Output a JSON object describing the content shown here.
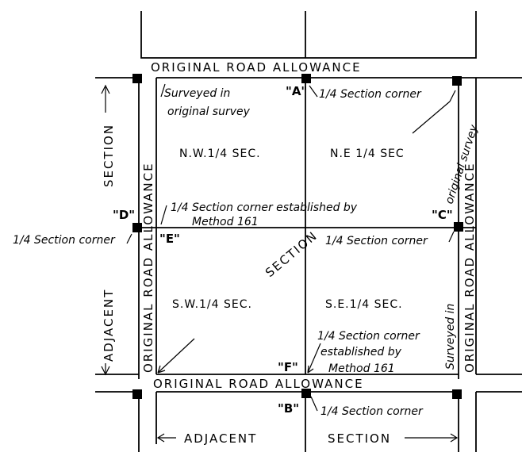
{
  "roads": {
    "top": "ORIGINAL    ROAD    ALLOWANCE",
    "bottom": "ORIGINAL    ROAD    ALLOWANCE",
    "left": "ORIGINAL   ROAD   ALLOWANCE",
    "right": "ORIGINAL   ROAD   ALLOWANCE"
  },
  "quarters": {
    "nw": "N.W.1/4 SEC.",
    "ne": "N.E 1/4   SEC",
    "sw": "S.W.1/4 SEC.",
    "se": "S.E.1/4 SEC."
  },
  "points": {
    "a": "\"A\"",
    "b": "\"B\"",
    "c": "\"C\"",
    "d": "\"D\"",
    "e": "\"E\"",
    "f": "\"F\""
  },
  "section_label": "SECTION",
  "adjacent": {
    "left_top": "SECTION",
    "left_bottom": "ADJACENT",
    "bottom_left": "ADJACENT",
    "bottom_right": "SECTION"
  },
  "notes": {
    "surveyed_nw_1": "Surveyed  in",
    "surveyed_nw_2": "original survey",
    "corner_a": "1/4 Section corner",
    "corner_b": "1/4 Section corner",
    "corner_d": "1/4 Section corner",
    "corner_c": "1/4 Section corner",
    "method_top_1": "1/4 Section corner  established  by",
    "method_top_2": "Method  161",
    "method_f_1": "1/4 Section corner",
    "method_f_2": "established  by",
    "method_f_3": "Method  161",
    "surveyed_right_1": "Surveyed  in",
    "surveyed_right_2": "original survey"
  }
}
